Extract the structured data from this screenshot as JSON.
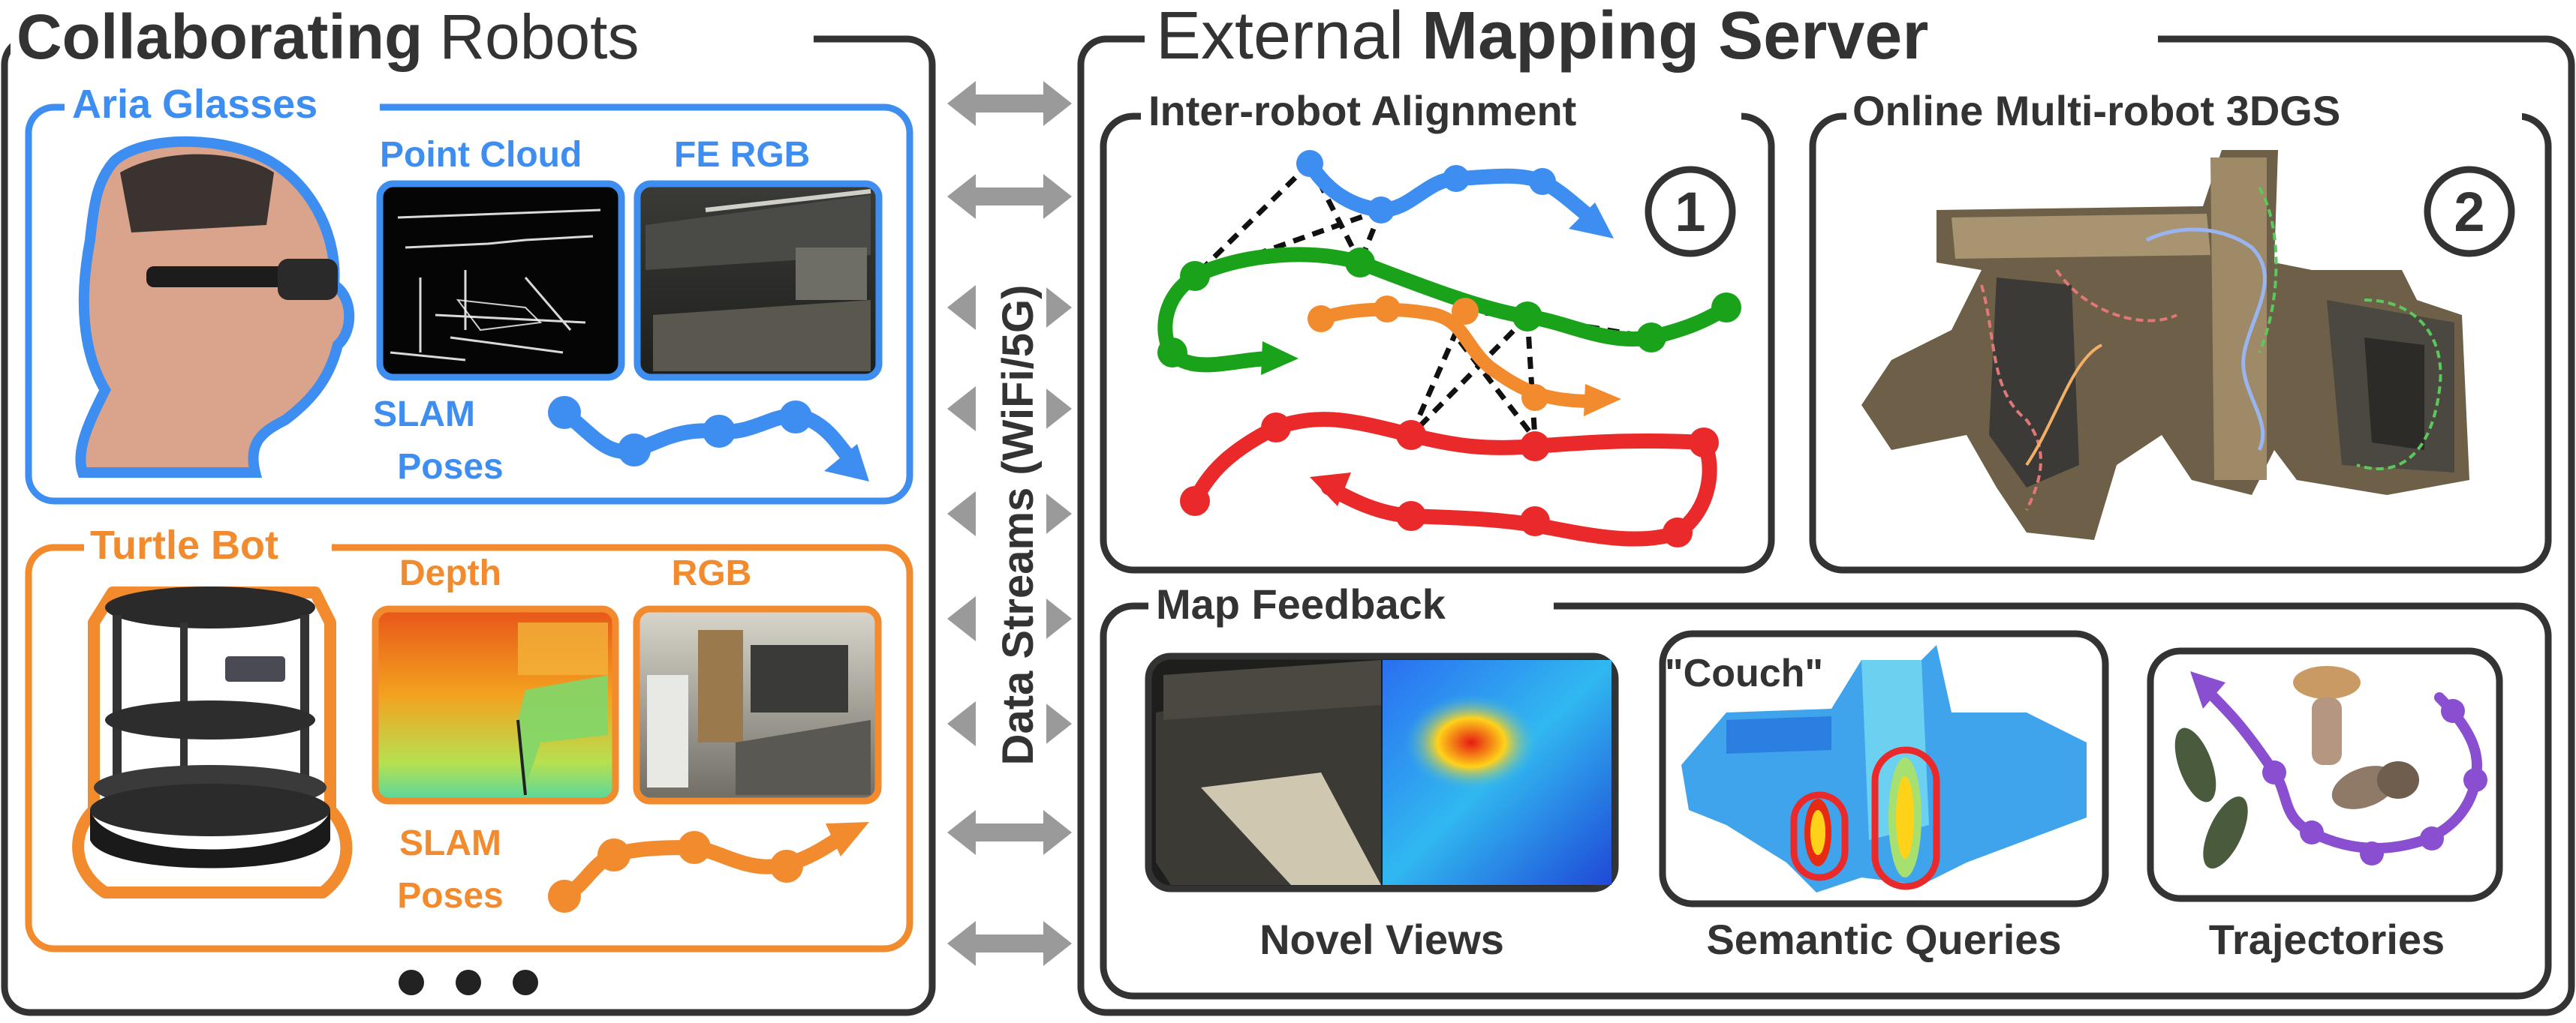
{
  "colors": {
    "blue": "#3d8ef0",
    "orange": "#f28a2e",
    "green": "#1aa31a",
    "red": "#ea2a2a",
    "purple": "#8a4fd1",
    "dark": "#333333",
    "gray": "#9a9a9a"
  },
  "left_panel": {
    "title_bold": "Collaborating",
    "title_regular": "Robots",
    "aria": {
      "title": "Aria Glasses",
      "point_cloud_label": "Point Cloud",
      "fe_rgb_label": "FE RGB",
      "slam_label_1": "SLAM",
      "slam_label_2": "Poses"
    },
    "turtle": {
      "title": "Turtle Bot",
      "depth_label": "Depth",
      "rgb_label": "RGB",
      "slam_label_1": "SLAM",
      "slam_label_2": "Poses"
    },
    "ellipsis_count": 3
  },
  "data_streams_label": "Data Streams (WiFi/5G)",
  "right_panel": {
    "title_regular": "External",
    "title_bold": "Mapping Server",
    "alignment": {
      "title": "Inter-robot Alignment",
      "step": "1"
    },
    "gs": {
      "title": "Online Multi-robot 3DGS",
      "step": "2"
    },
    "feedback": {
      "title": "Map Feedback",
      "novel_views_label": "Novel Views",
      "semantic_label": "Semantic Queries",
      "query_text": "\"Couch\"",
      "trajectories_label": "Trajectories"
    }
  }
}
